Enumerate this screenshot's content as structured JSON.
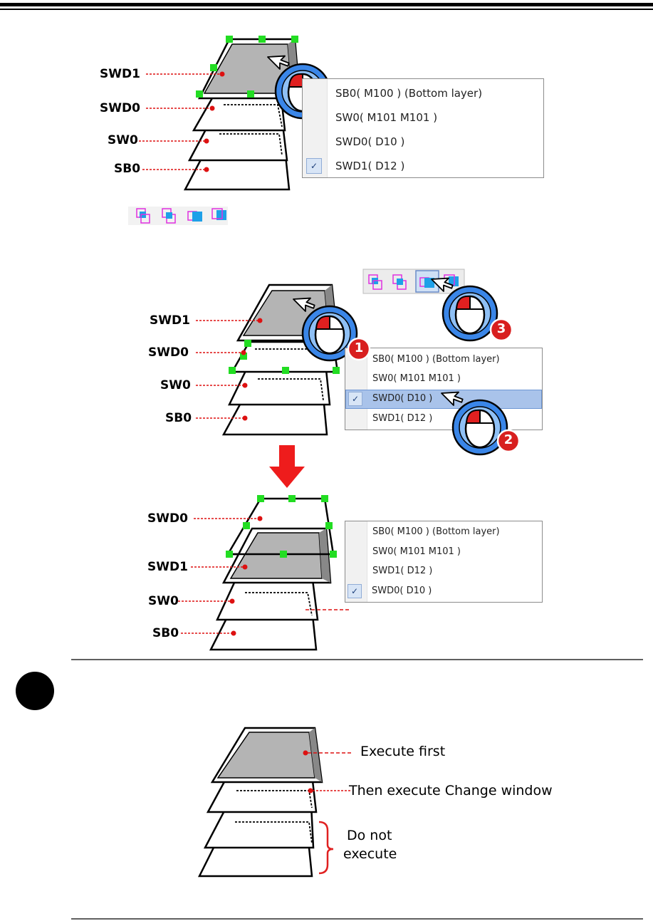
{
  "diagram1": {
    "labels": [
      "SWD1",
      "SWD0",
      "SW0",
      "SB0"
    ],
    "menu": [
      {
        "label": "SB0( M100 ) (Bottom layer)",
        "checked": false
      },
      {
        "label": "SW0( M101 M101 )",
        "checked": false
      },
      {
        "label": "SWD0( D10 )",
        "checked": false
      },
      {
        "label": "SWD1( D12 )",
        "checked": true
      }
    ]
  },
  "diagram2": {
    "labels": [
      "SWD1",
      "SWD0",
      "SW0",
      "SB0"
    ],
    "menu": [
      {
        "label": "SB0( M100 ) (Bottom layer)",
        "checked": false
      },
      {
        "label": "SW0( M101 M101 )",
        "checked": false
      },
      {
        "label": "SWD0( D10 )",
        "checked": true
      },
      {
        "label": "SWD1( D12 )",
        "checked": false
      }
    ],
    "steps": [
      "1",
      "2",
      "3"
    ]
  },
  "diagram3": {
    "labels": [
      "SWD0",
      "SWD1",
      "SW0",
      "SB0"
    ],
    "menu": [
      {
        "label": "SB0( M100 ) (Bottom layer)",
        "checked": false
      },
      {
        "label": "SW0( M101 M101 )",
        "checked": false
      },
      {
        "label": "SWD1( D12 )",
        "checked": false
      },
      {
        "label": "SWD0( D10 )",
        "checked": true
      }
    ]
  },
  "note": {
    "execute_first": "Execute first",
    "then_execute": "Then execute Change window",
    "do_not_line1": "Do not",
    "do_not_line2": "execute"
  },
  "colors": {
    "handle_green": "#22dd22",
    "leader_red": "#dd1111",
    "mouse_blue": "#3a86e8",
    "menu_highlight": "#a9c3ea",
    "top_layer_grey": "#b4b4b4",
    "step_badge_red": "#d81f1f"
  },
  "icons": [
    "bring-forward-icon",
    "send-backward-icon",
    "bring-to-front-icon",
    "send-to-back-icon"
  ]
}
